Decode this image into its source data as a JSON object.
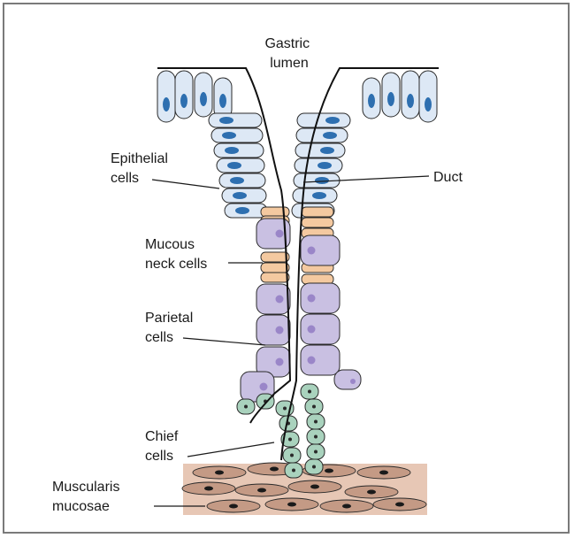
{
  "labels": {
    "lumen": [
      "Gastric",
      "lumen"
    ],
    "epithelial": [
      "Epithelial",
      "cells"
    ],
    "duct": [
      "Duct"
    ],
    "mucous": [
      "Mucous",
      "neck cells"
    ],
    "parietal": [
      "Parietal",
      "cells"
    ],
    "chief": [
      "Chief",
      "cells"
    ],
    "muscularis": [
      "Muscularis",
      "mucosae"
    ]
  },
  "colors": {
    "epithelial_fill": "#dde8f5",
    "epithelial_nucleus": "#2e6fb0",
    "mucous_neck_fill": "#f4c9a0",
    "parietal_fill": "#c9c0e2",
    "parietal_nucleus": "#9a86c8",
    "chief_fill": "#a9d2bd",
    "muscularis_fill": "#e7c7b5",
    "muscle_cell_fill": "#c49a85"
  }
}
